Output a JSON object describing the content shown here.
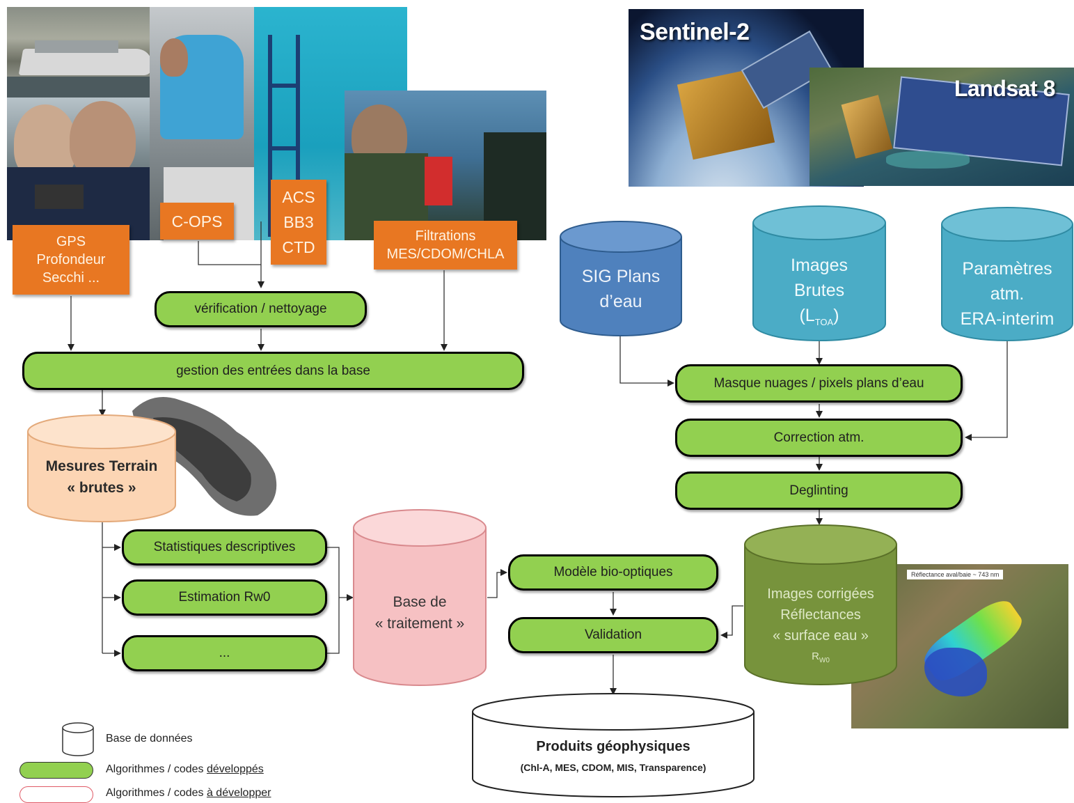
{
  "satellites": {
    "sentinel": "Sentinel-2",
    "landsat": "Landsat 8"
  },
  "field_boxes": {
    "gps": [
      "GPS",
      "Profondeur",
      "Secchi ..."
    ],
    "cops": "C-OPS",
    "acs": [
      "ACS",
      "BB3",
      "CTD"
    ],
    "filtrations": [
      "Filtrations",
      "MES/CDOM/CHLA"
    ]
  },
  "algorithms": {
    "verification": "vérification / nettoyage",
    "gestion": "gestion des entrées dans la base",
    "masque": "Masque nuages / pixels plans d’eau",
    "correction": "Correction atm.",
    "deglinting": "Deglinting",
    "statistiques": "Statistiques descriptives",
    "estimation": "Estimation Rw0",
    "ellipsis": "...",
    "modele": "Modèle bio-optiques",
    "validation": "Validation"
  },
  "databases": {
    "sig": [
      "SIG Plans",
      "d’eau"
    ],
    "images_brutes": [
      "Images",
      "Brutes"
    ],
    "images_brutes_sym": "L",
    "images_brutes_sub": "TOA",
    "parametres": [
      "Paramètres",
      "atm.",
      "ERA-interim"
    ],
    "mesures": [
      "Mesures Terrain",
      "« brutes »"
    ],
    "base_traitement": [
      "Base de",
      "« traitement »"
    ],
    "images_corrigees": [
      "Images corrigées",
      "Réflectances",
      "« surface eau »"
    ],
    "images_corrigees_sym": "R",
    "images_corrigees_sub": "W0",
    "produits_title": "Produits géophysiques",
    "produits_sub": "(Chl-A, MES, CDOM, MIS, Transparence)"
  },
  "map_inset_caption": "Réflectance aval/baie ~ 743 nm",
  "legend": {
    "database": "Base de données",
    "developed_prefix": "Algorithmes / codes ",
    "developed_word": "développés",
    "todo_prefix": "Algorithmes / codes ",
    "todo_word": "à développer"
  },
  "colors": {
    "orange": "#e87722",
    "green": "#92d050",
    "blue_dark": "#4f81bd",
    "teal": "#4bacc6",
    "peach": "#fcd5b4",
    "pink": "#f4b6b8",
    "olive": "#77933c"
  }
}
